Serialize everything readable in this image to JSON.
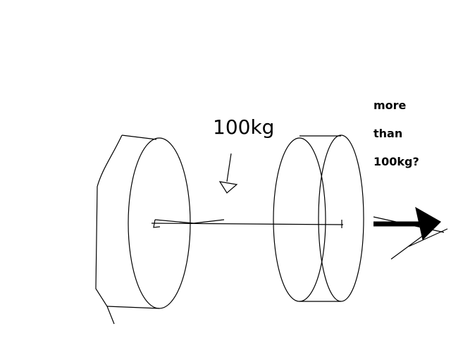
{
  "labels": {
    "weight": "100kg",
    "question_line1": "more",
    "question_line2": "than",
    "question_line3": "100kg?"
  },
  "colors": {
    "ink": "#000000",
    "background": "#ffffff"
  }
}
